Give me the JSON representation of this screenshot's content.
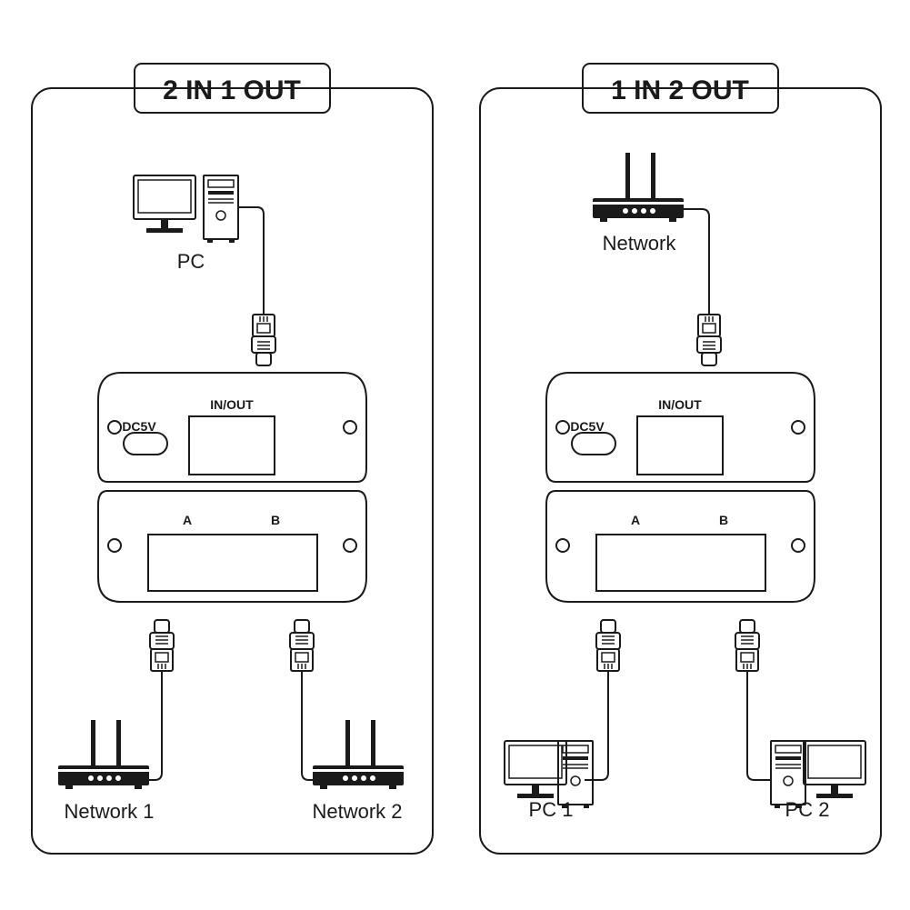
{
  "panels": [
    {
      "title": "2 IN 1 OUT",
      "device_top": {
        "dc_label": "DC5V",
        "port_label": "IN/OUT"
      },
      "device_bottom": {
        "port_a": "A",
        "port_b": "B"
      },
      "top_node": {
        "label": "PC",
        "icon": "pc-icon"
      },
      "bottom_nodes": [
        {
          "label": "Network 1",
          "icon": "router-icon"
        },
        {
          "label": "Network 2",
          "icon": "router-icon"
        }
      ]
    },
    {
      "title": "1 IN 2 OUT",
      "device_top": {
        "dc_label": "DC5V",
        "port_label": "IN/OUT"
      },
      "device_bottom": {
        "port_a": "A",
        "port_b": "B"
      },
      "top_node": {
        "label": "Network",
        "icon": "router-icon"
      },
      "bottom_nodes": [
        {
          "label": "PC 1",
          "icon": "pc-icon"
        },
        {
          "label": "PC 2",
          "icon": "pc-icon"
        }
      ]
    }
  ]
}
